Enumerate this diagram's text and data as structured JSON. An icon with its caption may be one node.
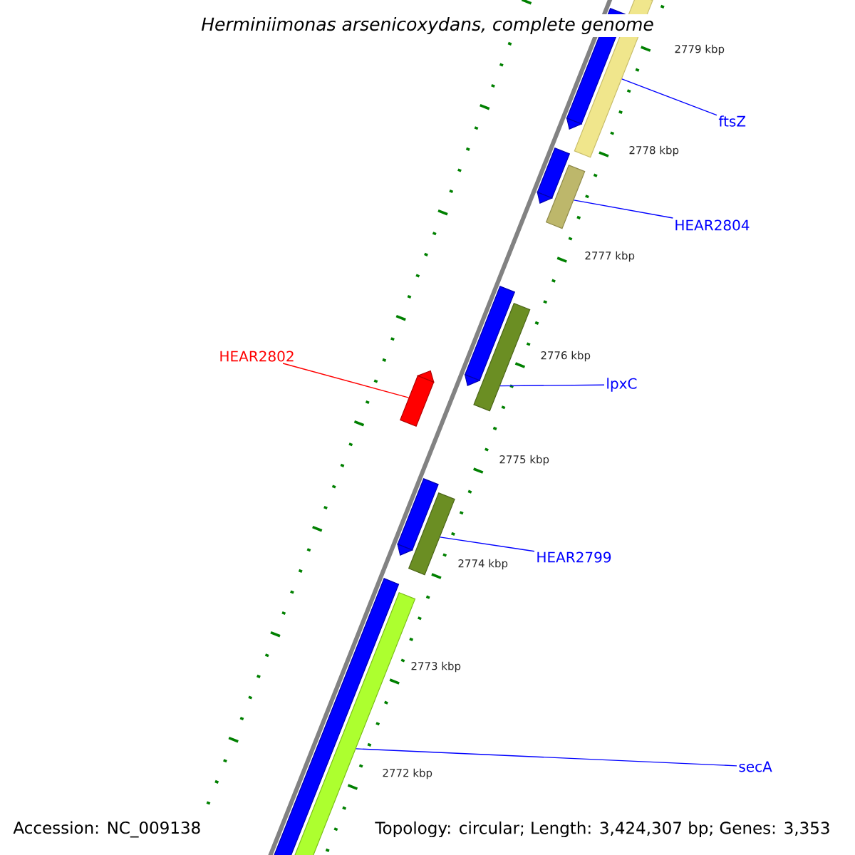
{
  "diagram": {
    "title": "Herminiimonas arsenicoxydans, complete genome",
    "nodes": [
      {
        "text": [
          "ftsZ"
        ]
      },
      {
        "text": [
          "HEAR2804"
        ]
      },
      {
        "text": [
          "HEAR2802"
        ]
      },
      {
        "text": [
          "lpxC"
        ]
      },
      {
        "text": [
          "HEAR2799"
        ]
      },
      {
        "text": [
          "secA"
        ]
      },
      {
        "text": [],
        "shape": "bar"
      },
      {
        "text": [],
        "shape": "bar"
      },
      {
        "text": [],
        "shape": "bar"
      },
      {
        "text": [],
        "shape": "bar"
      },
      {
        "text": [],
        "shape": "bar"
      },
      {
        "text": [],
        "shape": "bar"
      },
      {
        "text": [],
        "shape": "bar"
      },
      {
        "text": [],
        "shape": "bar"
      },
      {
        "text": [],
        "shape": "bar"
      },
      {
        "text": [],
        "shape": "bar"
      },
      {
        "text": [],
        "shape": "bar"
      }
    ],
    "edges": [
      {
        "from": 0,
        "to": 7,
        "arrow": "none"
      },
      {
        "from": 1,
        "to": 9,
        "arrow": "none"
      },
      {
        "from": 2,
        "to": 12,
        "arrow": "none",
        "color": "#ff0000"
      },
      {
        "from": 3,
        "to": 11,
        "arrow": "none"
      },
      {
        "from": 4,
        "to": 14,
        "arrow": "none"
      },
      {
        "from": 5,
        "to": 16,
        "arrow": "none"
      }
    ],
    "labels": [
      "2779 kbp",
      "2778 kbp",
      "2777 kbp",
      "2776 kbp",
      "2775 kbp",
      "2774 kbp",
      "2773 kbp",
      "2772 kbp",
      "Accession: NC_009138",
      "Topology: circular; Length: 3,424,307 bp; Genes: 3,353"
    ]
  }
}
